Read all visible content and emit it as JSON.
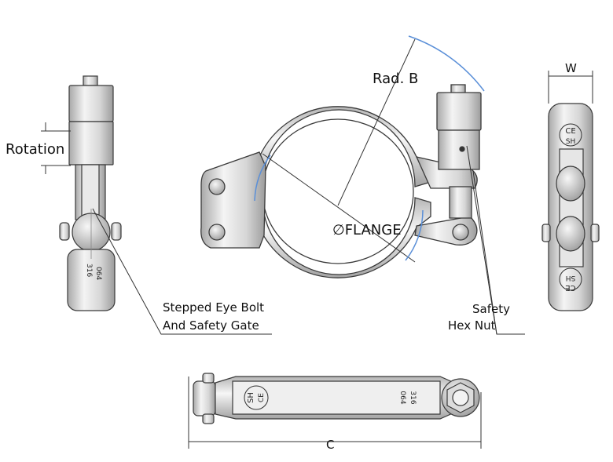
{
  "labels": {
    "rotation": "Rotation",
    "rad_b": "Rad. B",
    "flange": "FLANGE",
    "flange_symbol": "∅",
    "eye_bolt_line1": "Stepped Eye Bolt",
    "eye_bolt_line2": "And Safety Gate",
    "hex_nut_line1": "Safety",
    "hex_nut_line2": "Hex Nut",
    "width": "W",
    "length": "C"
  },
  "markings": {
    "brand": "SH",
    "ce": "CE",
    "size": "064",
    "material": "316"
  },
  "colors": {
    "metal_light": "#f2f2f2",
    "metal_mid": "#d3d3d3",
    "metal_dark": "#9a9a9a",
    "outline": "#3a3a3a",
    "radius_arc": "#5a8fd8"
  }
}
